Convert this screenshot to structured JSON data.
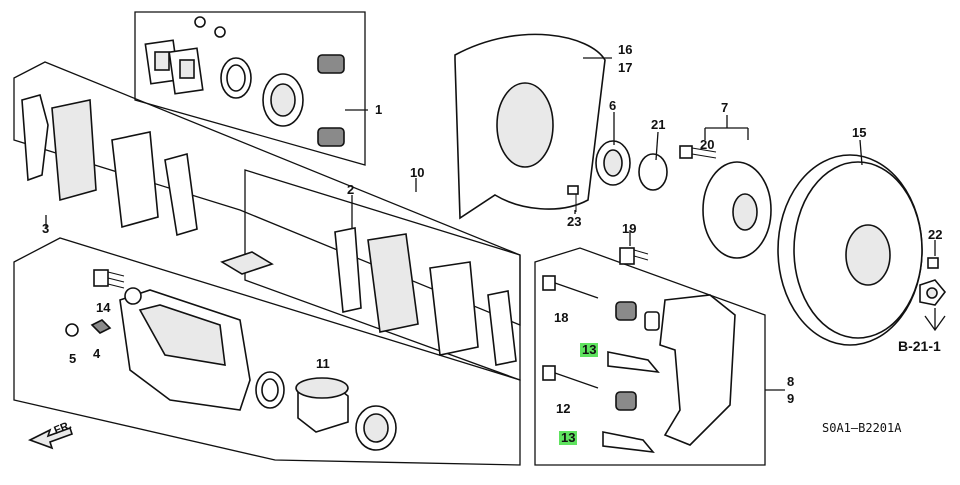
{
  "callouts": [
    {
      "id": "c1",
      "text": "1"
    },
    {
      "id": "c2",
      "text": "2"
    },
    {
      "id": "c3",
      "text": "3"
    },
    {
      "id": "c4",
      "text": "4"
    },
    {
      "id": "c5",
      "text": "5"
    },
    {
      "id": "c6",
      "text": "6"
    },
    {
      "id": "c7",
      "text": "7"
    },
    {
      "id": "c8",
      "text": "8"
    },
    {
      "id": "c9",
      "text": "9"
    },
    {
      "id": "c10",
      "text": "10"
    },
    {
      "id": "c11",
      "text": "11"
    },
    {
      "id": "c12",
      "text": "12"
    },
    {
      "id": "c13a",
      "text": "13"
    },
    {
      "id": "c13b",
      "text": "13"
    },
    {
      "id": "c14",
      "text": "14"
    },
    {
      "id": "c15",
      "text": "15"
    },
    {
      "id": "c16",
      "text": "16"
    },
    {
      "id": "c17",
      "text": "17"
    },
    {
      "id": "c18",
      "text": "18"
    },
    {
      "id": "c19",
      "text": "19"
    },
    {
      "id": "c20",
      "text": "20"
    },
    {
      "id": "c21",
      "text": "21"
    },
    {
      "id": "c22",
      "text": "22"
    },
    {
      "id": "c23",
      "text": "23"
    }
  ],
  "reference": "B-21-1",
  "diagram_code": "S0A1—B2201A",
  "direction": "FR.",
  "highlight_color": "#5fe35f"
}
